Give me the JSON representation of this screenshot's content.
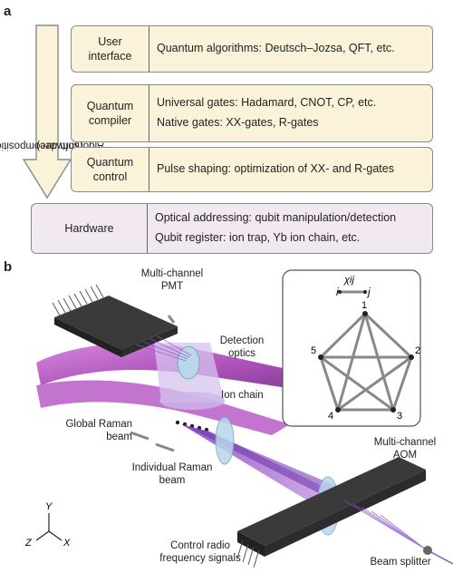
{
  "panel_a": {
    "letter": "a",
    "arrow_label_line1": "Algorithm decomposition",
    "arrow_label_line2": "(software)",
    "layers": [
      {
        "name_line1": "User",
        "name_line2": "interface",
        "desc": [
          "Quantum algorithms: Deutsch–Jozsa, QFT, etc."
        ]
      },
      {
        "name_line1": "Quantum",
        "name_line2": "compiler",
        "desc": [
          "Universal gates: Hadamard, CNOT, CP, etc.",
          "Native gates: XX-gates, R-gates"
        ]
      },
      {
        "name_line1": "Quantum",
        "name_line2": "control",
        "desc": [
          "Pulse shaping: optimization of XX- and R-gates"
        ]
      },
      {
        "name_line1": "Hardware",
        "name_line2": "",
        "desc": [
          "Optical addressing: qubit manipulation/detection",
          "Qubit register: ion trap, Yb ion chain, etc."
        ]
      }
    ]
  },
  "panel_b": {
    "letter": "b",
    "labels": {
      "pmt": "Multi-channel PMT",
      "detection_optics": "Detection optics",
      "ion_chain": "Ion chain",
      "global_beam": "Global Raman beam",
      "individual_beam": "Individual Raman beam",
      "aom": "Multi-channel AOM",
      "control_rf": "Control radio frequency signals",
      "beam_splitter": "Beam splitter"
    },
    "axes": {
      "y": "Y",
      "z": "Z",
      "x": "X"
    },
    "graph": {
      "edge_label": "χij",
      "node_i": "i",
      "node_j": "j",
      "nodes": [
        "1",
        "2",
        "3",
        "4",
        "5"
      ]
    },
    "colors": {
      "magenta": "#a43fb4",
      "purple_beam": "#8f55c8",
      "chip": "#3a3a3a",
      "lens": "#b9d6ea"
    }
  }
}
